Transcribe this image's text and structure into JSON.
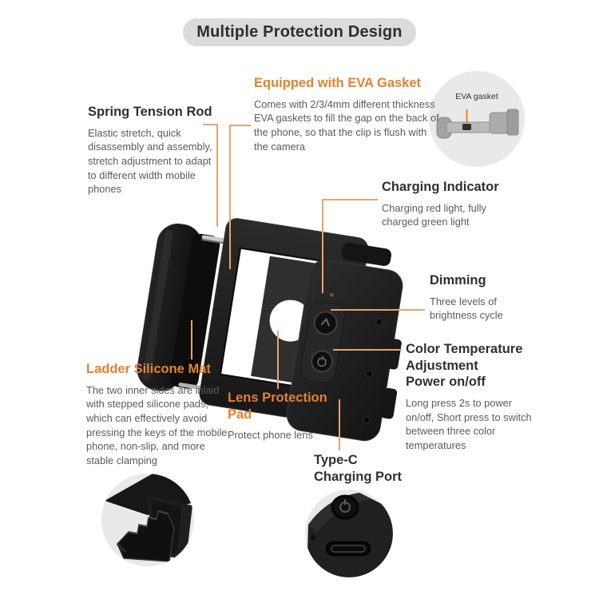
{
  "title": "Multiple Protection Design",
  "colors": {
    "accent_orange": "#e5812f",
    "connector_line": "#e2a668",
    "heading_dark": "#303030",
    "body_gray": "#5b5b5b",
    "pill_bg": "#dbdbdb",
    "circle_bg": "#e9e9e9"
  },
  "sections": {
    "eva_gasket": {
      "heading": "Equipped with EVA Gasket",
      "body": "Comes with 2/3/4mm different thickness EVA gaskets to fill the gap on the back of the phone, so that the clip is flush with the camera"
    },
    "spring_rod": {
      "heading": "Spring Tension Rod",
      "body": "Elastic stretch, quick disassembly and assembly, stretch adjustment to adapt to different width mobile phones"
    },
    "charging_indicator": {
      "heading": "Charging Indicator",
      "body": "Charging red light, fully charged green light"
    },
    "dimming": {
      "heading": "Dimming",
      "body": "Three levels of brightness cycle"
    },
    "color_temp": {
      "heading": "Color Temperature\nAdjustment\nPower on/off",
      "body": "Long press 2s to power on/off, Short press to switch between three color temperatures"
    },
    "ladder_mat": {
      "heading": "Ladder Silicone Mat",
      "body": "The two inner sides are inlaid with stepped silicone pads, which can effectively avoid pressing the keys of the mobile phone, non-slip, and more stable clamping"
    },
    "lens_pad": {
      "heading": "Lens Protection\nPad",
      "body": "Protect phone lens"
    },
    "type_c": {
      "heading": "Type-C\nCharging Port"
    }
  },
  "callouts": {
    "eva_circle_label": "EVA gasket"
  }
}
